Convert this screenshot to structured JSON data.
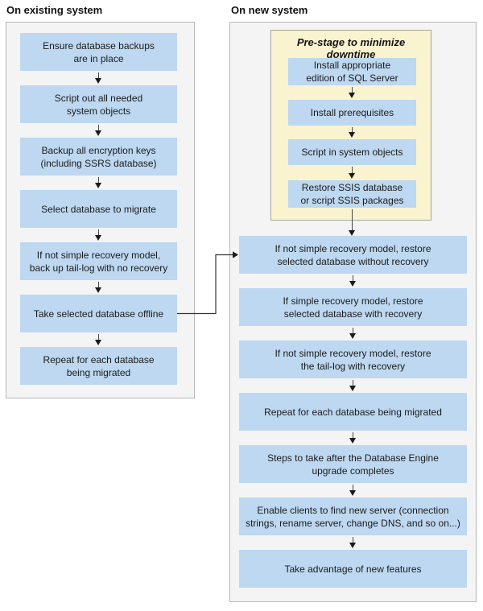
{
  "left_column": {
    "title": "On existing system",
    "steps": [
      [
        "Ensure database backups",
        "are in place"
      ],
      [
        "Script out all needed",
        "system objects"
      ],
      [
        "Backup all encryption keys",
        "(including SSRS database)"
      ],
      [
        "Select database to migrate"
      ],
      [
        "If not simple recovery model,",
        "back up tail-log with no recovery"
      ],
      [
        "Take selected database offline"
      ],
      [
        "Repeat for each database",
        "being migrated"
      ]
    ]
  },
  "right_column": {
    "title": "On new system",
    "pre_stage": {
      "title": "Pre-stage to minimize downtime",
      "steps": [
        [
          "Install appropriate",
          "edition of SQL Server"
        ],
        [
          "Install prerequisites"
        ],
        [
          "Script in system objects"
        ],
        [
          "Restore SSIS database",
          "or script SSIS packages"
        ]
      ]
    },
    "steps": [
      [
        "If not simple recovery model, restore",
        "selected database without recovery"
      ],
      [
        "If simple recovery model, restore",
        "selected database with recovery"
      ],
      [
        "If not simple recovery model, restore",
        "the tail-log with recovery"
      ],
      [
        "Repeat for each database being migrated"
      ],
      [
        "Steps to take after the Database Engine",
        "upgrade completes"
      ],
      [
        "Enable clients to find new server (connection",
        "strings, rename server, change DNS, and so on...)"
      ],
      [
        "Take advantage of new features"
      ]
    ]
  },
  "colors": {
    "step_box_fill": "#bdd8f0",
    "pre_stage_fill": "#faf3cf",
    "panel_fill": "#f4f4f4",
    "panel_border": "#b8b8b8",
    "arrow": "#1a1a1a",
    "text": "#1b1b1b"
  }
}
